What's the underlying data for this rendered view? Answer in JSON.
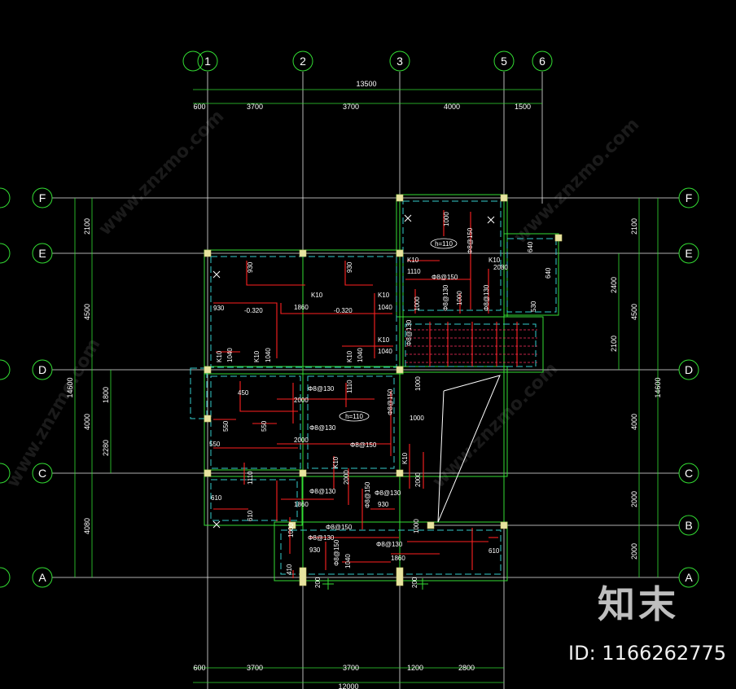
{
  "axes_top": [
    "1",
    "2",
    "3",
    "5",
    "6"
  ],
  "axes_side_left": [
    "F",
    "E",
    "D",
    "C",
    "A"
  ],
  "axes_side_right": [
    "F",
    "E",
    "D",
    "C",
    "B",
    "A"
  ],
  "dims_top": {
    "overall": "13500",
    "segments": [
      "600",
      "3700",
      "3700",
      "4000",
      "1500"
    ]
  },
  "dims_bottom": {
    "segments": [
      "600",
      "3700",
      "3700",
      "1200",
      "2800"
    ],
    "overall": "12000"
  },
  "dims_left": {
    "overall": "14600",
    "outer": [
      "2100",
      "4500",
      "4000",
      "4080"
    ],
    "inner": [
      "1800",
      "2280"
    ]
  },
  "dims_right": {
    "overall": "14600",
    "outer": [
      "2100",
      "4500",
      "4000",
      "2000",
      "2000"
    ],
    "inner": [
      "2400",
      "2100"
    ]
  },
  "labels": {
    "slab_h": "h=110",
    "elev": "-0.320",
    "k10": "K10",
    "r150": "Φ8@150",
    "r130": "Φ8@130",
    "n930": "930",
    "n1000": "1000",
    "n1860": "1860",
    "n1040": "1040",
    "n1110": "1110",
    "n2000": "2000",
    "n2080": "2080",
    "n450": "450",
    "n550": "550",
    "n610": "610",
    "n640": "640",
    "n530": "530",
    "n410": "410",
    "n200": "200"
  },
  "watermark": "www.znzmo.com",
  "brand": "知末",
  "id_text": "ID: 1166262775"
}
